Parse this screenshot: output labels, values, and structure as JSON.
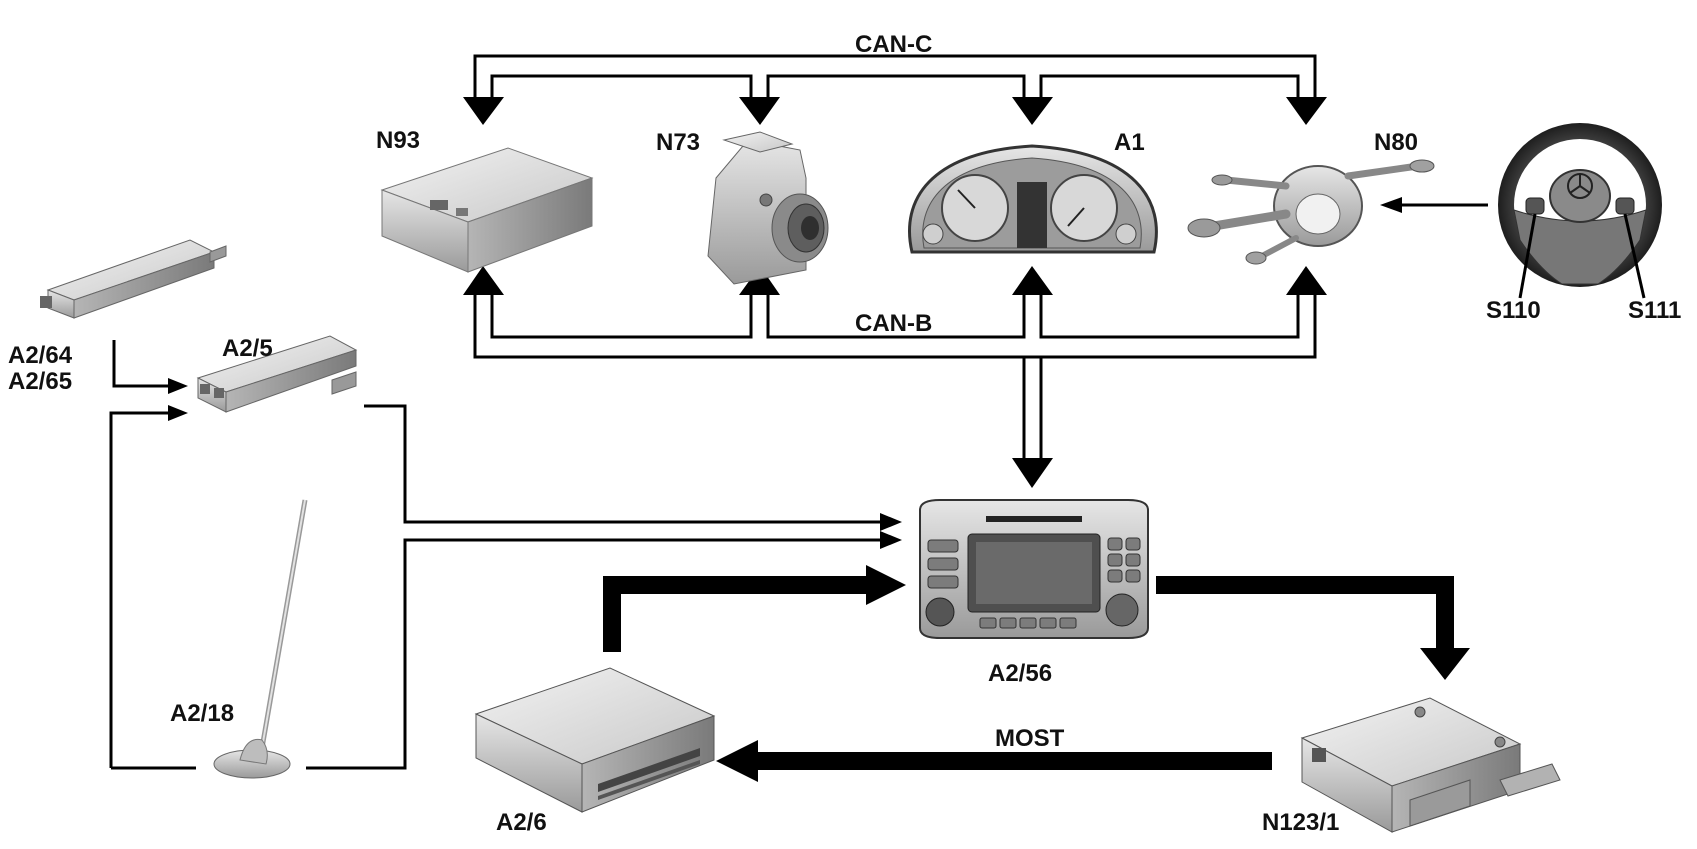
{
  "buses": {
    "can_c": "CAN-C",
    "can_b": "CAN-B",
    "most": "MOST"
  },
  "components": {
    "n93": "N93",
    "n73": "N73",
    "a1": "A1",
    "n80": "N80",
    "s110": "S110",
    "s111": "S111",
    "a2_64": "A2/64",
    "a2_65": "A2/65",
    "a2_5": "A2/5",
    "a2_18": "A2/18",
    "a2_56": "A2/56",
    "a2_6": "A2/6",
    "n123_1": "N123/1"
  }
}
